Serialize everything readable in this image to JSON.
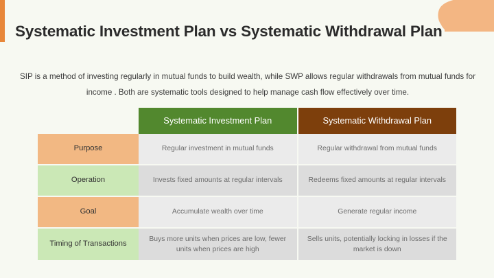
{
  "slide": {
    "title": "Systematic Investment Plan vs Systematic Withdrawal Plan",
    "intro": "SIP is a method of investing regularly in mutual funds to build wealth, while SWP allows regular withdrawals from mutual funds for income . Both are systematic tools designed to help manage cash flow effectively over time."
  },
  "colors": {
    "background": "#F7F9F2",
    "accent_bar": "#E8873A",
    "corner_blob": "#F3B683",
    "header_sip": "#52882E",
    "header_swp": "#7D3F0C",
    "label_peach": "#F2B883",
    "label_green": "#CBE8B6",
    "cell_light": "#EBEBEB",
    "cell_dark": "#DCDCDC"
  },
  "table": {
    "corner_label": "",
    "columns": [
      "Systematic Investment Plan",
      "Systematic Withdrawal Plan"
    ],
    "rows": [
      {
        "label": "Purpose",
        "sip": "Regular investment in mutual funds",
        "swp": "Regular withdrawal from mutual funds"
      },
      {
        "label": "Operation",
        "sip": "Invests fixed amounts at regular intervals",
        "swp": "Redeems fixed amounts at regular intervals"
      },
      {
        "label": "Goal",
        "sip": "Accumulate wealth over time",
        "swp": "Generate regular income"
      },
      {
        "label": "Timing of Transactions",
        "sip": "Buys more units when prices are low, fewer units when prices are high",
        "swp": "Sells units, potentially locking in losses if the market is down"
      }
    ]
  }
}
